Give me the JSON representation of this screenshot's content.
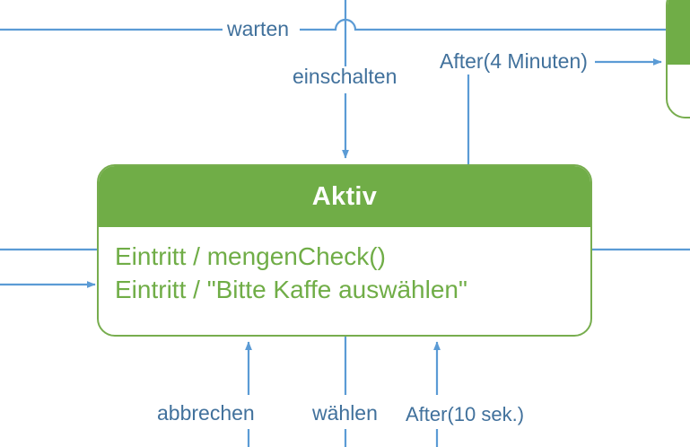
{
  "diagram": {
    "type": "uml-state-machine",
    "title_visible": false,
    "colors": {
      "state_header_fill": "#70AD47",
      "state_border": "#77AD4E",
      "state_body_text": "#70AD47",
      "state_title_text": "#FFFFFF",
      "transition_line": "#5B9BD5",
      "transition_label_text": "#41719C",
      "background": "#FFFFFF"
    },
    "states": [
      {
        "id": "aktiv",
        "name": "Aktiv",
        "body_lines": [
          "Eintritt / mengenCheck()",
          "Eintritt / \"Bitte Kaffe auswählen\""
        ]
      },
      {
        "id": "right-partial",
        "name": "",
        "body_lines": [],
        "note": "partially visible at right edge"
      }
    ],
    "transitions": [
      {
        "id": "t-warten",
        "label": "warten",
        "orientation": "horizontal",
        "arrowhead": false,
        "has_line_hop": true
      },
      {
        "id": "t-einschalten",
        "label": "einschalten",
        "orientation": "vertical",
        "arrowhead": true,
        "target": "aktiv",
        "direction": "down"
      },
      {
        "id": "t-after4",
        "label": "After(4 Minuten)",
        "orientation": "horizontal",
        "arrowhead": true,
        "target": "right-partial",
        "direction": "right"
      },
      {
        "id": "t-left-in",
        "label": "",
        "orientation": "horizontal",
        "arrowhead": true,
        "target": "aktiv",
        "direction": "right"
      },
      {
        "id": "t-left-thru",
        "label": "",
        "orientation": "horizontal",
        "arrowhead": false
      },
      {
        "id": "t-right-out",
        "label": "",
        "orientation": "horizontal",
        "arrowhead": false,
        "source": "aktiv"
      },
      {
        "id": "t-abbrechen",
        "label": "abbrechen",
        "orientation": "vertical",
        "arrowhead": true,
        "target": "aktiv",
        "direction": "up"
      },
      {
        "id": "t-waehlen",
        "label": "wählen",
        "orientation": "vertical",
        "arrowhead": false
      },
      {
        "id": "t-after10",
        "label": "After(10 sek.)",
        "orientation": "vertical",
        "arrowhead": true,
        "target": "aktiv",
        "direction": "up"
      }
    ]
  }
}
